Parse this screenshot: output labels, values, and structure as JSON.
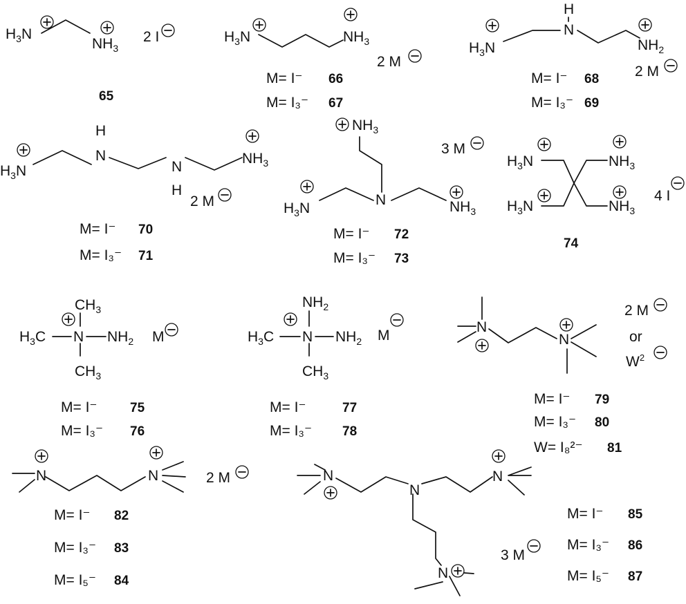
{
  "compounds": [
    {
      "number": "65",
      "counterion": "2 I⁻"
    },
    {
      "number": "66",
      "variant": "M= I⁻"
    },
    {
      "number": "67",
      "variant": "M= I₃⁻"
    },
    {
      "number": "68",
      "variant": "M= I⁻"
    },
    {
      "number": "69",
      "variant": "M= I₃⁻"
    },
    {
      "number": "70",
      "variant": "M= I⁻"
    },
    {
      "number": "71",
      "variant": "M= I₃⁻"
    },
    {
      "number": "72",
      "variant": "M= I⁻"
    },
    {
      "number": "73",
      "variant": "M= I₃⁻"
    },
    {
      "number": "74",
      "counterion": "4 I⁻"
    },
    {
      "number": "75",
      "variant": "M= I⁻"
    },
    {
      "number": "76",
      "variant": "M= I₃⁻"
    },
    {
      "number": "77",
      "variant": "M= I⁻"
    },
    {
      "number": "78",
      "variant": "M= I₃⁻"
    },
    {
      "number": "79",
      "variant": "M= I⁻"
    },
    {
      "number": "80",
      "variant": "M= I₃⁻"
    },
    {
      "number": "81",
      "variant": "W= I₈²⁻"
    },
    {
      "number": "82",
      "variant": "M= I⁻"
    },
    {
      "number": "83",
      "variant": "M= I₃⁻"
    },
    {
      "number": "84",
      "variant": "M= I₅⁻"
    },
    {
      "number": "85",
      "variant": "M= I⁻"
    },
    {
      "number": "86",
      "variant": "M= I₃⁻"
    },
    {
      "number": "87",
      "variant": "M= I₅⁻"
    }
  ],
  "atom_labels": {
    "H3N": "H3N",
    "NH3": "NH3",
    "NH2": "NH2",
    "N": "N",
    "H": "H",
    "CH3": "CH3",
    "H3C": "H3C",
    "M": "M",
    "I": "I",
    "W": "W",
    "or": "or"
  },
  "charges": {
    "plus": "+",
    "minus": "−"
  },
  "counterions": {
    "65": "2 I",
    "66": "2 M",
    "68": "2 M",
    "70": "2 M",
    "72": "3 M",
    "74": "4 I",
    "75": "M",
    "77": "M",
    "79a": "2 M",
    "79b": "or",
    "79c": "W",
    "82": "2 M",
    "85": "3 M"
  }
}
